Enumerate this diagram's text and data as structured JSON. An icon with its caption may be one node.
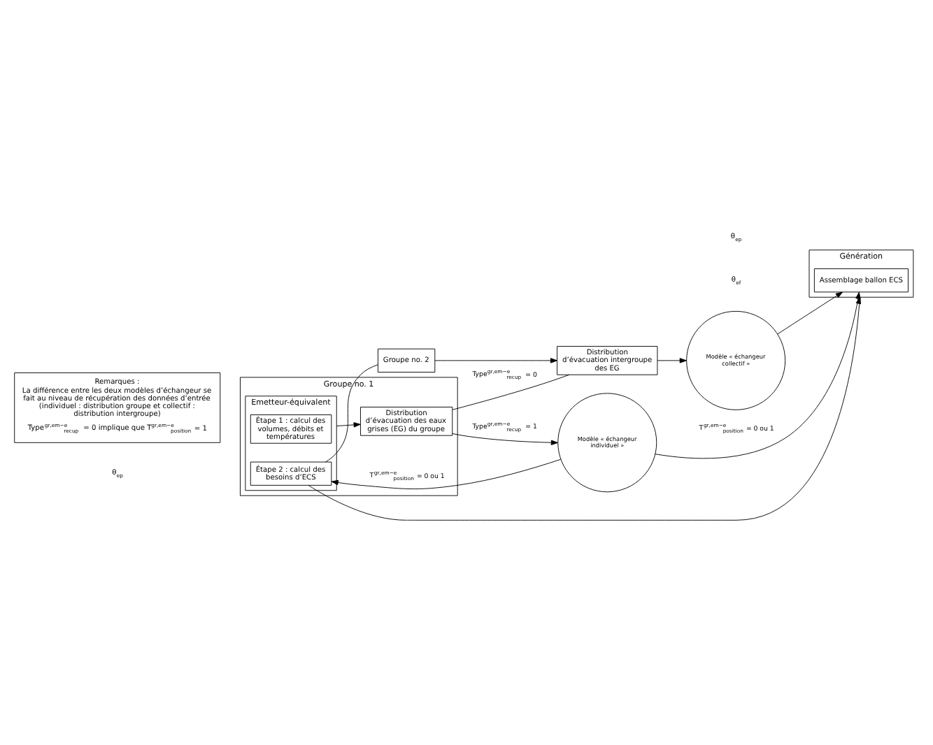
{
  "diagram": {
    "nodes": [
      {
        "text": [
          "Groupe no. 1"
        ]
      },
      {
        "text": [
          "Emetteur-équivalent"
        ],
        "in": 0
      },
      {
        "text": [
          "Étape 1 : calcul des volumes, débits et températures"
        ],
        "in": 1
      },
      {
        "text": [
          "Étape 2 : calcul des besoins d’ECS"
        ],
        "in": 1
      },
      {
        "text": [
          "Distribution d’évacuation des eaux grises (EG) du groupe"
        ],
        "in": 0
      },
      {
        "text": [
          "Modèle « échangeur individuel »"
        ]
      },
      {
        "text": [
          "Groupe no. 2"
        ]
      },
      {
        "text": [
          "Distribution d’évacuation intergroupe des EG"
        ]
      },
      {
        "text": [
          "Modèle « échangeur collectif »"
        ]
      },
      {
        "text": [
          "Génération"
        ]
      },
      {
        "text": [
          "Assemblage ballon ECS"
        ],
        "in": 9
      },
      {
        "text": [
          "Remarques :",
          "La différence entre les deux modèles d’échangeur se fait au niveau de récupération des données d’entrée (individuel : distribution groupe et collectif : distribution intergroupe)",
          "Type$^{gr,em−e}$$_{recup}$ = 0 implique que T$^{gr,em−e}$$_{position}$ = 1"
        ]
      }
    ],
    "edges": [
      {
        "from": 1,
        "to": 4,
        "arrow": "to"
      },
      {
        "from": 4,
        "to": 5,
        "arrow": "to",
        "label": "Type$^{gr,em−e}$$_{recup}$ = 1"
      },
      {
        "from": 4,
        "to": 7,
        "arrow": "none",
        "label": "Type$^{gr,em−e}$$_{recup}$ = 0"
      },
      {
        "from": 6,
        "to": 7,
        "arrow": "to"
      },
      {
        "from": 7,
        "to": 8,
        "arrow": "to"
      },
      {
        "from": 5,
        "to": 3,
        "arrow": "to",
        "label": "T$^{gr,em−e}$$_{position}$ = 0 ou 1"
      },
      {
        "from": 3,
        "to": 6,
        "arrow": "none"
      },
      {
        "from": 3,
        "to": 9,
        "arrow": "to"
      },
      {
        "from": 5,
        "to": 10,
        "arrow": "to",
        "label": "T$^{gr,em−e}$$_{position}$ = 0 ou 1"
      },
      {
        "from": 8,
        "to": 10,
        "arrow": "to"
      }
    ],
    "labels": [
      "θ$_{ep}$",
      "θ$_{ep}$",
      "θ$_{ef}$"
    ]
  }
}
